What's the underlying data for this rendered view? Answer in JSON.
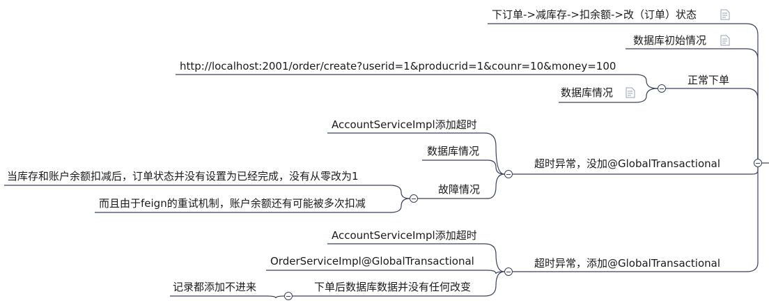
{
  "mindmap": {
    "branches": [
      {
        "label": "下订单->减库存->扣余额->改（订单）状态",
        "has_note": true
      },
      {
        "label": "数据库初始情况",
        "has_note": true
      },
      {
        "label": "正常下单",
        "children": [
          {
            "label": "http://localhost:2001/order/create?userid=1&producrid=1&counr=10&money=100"
          },
          {
            "label": "数据库情况",
            "has_note": true
          }
        ]
      },
      {
        "label": "超时异常，没加@GlobalTransactional",
        "children": [
          {
            "label": "AccountServiceImpl添加超时"
          },
          {
            "label": "数据库情况"
          },
          {
            "label": "故障情况",
            "children": [
              {
                "label": "当库存和账户余额扣减后，订单状态并没有设置为已经完成，没有从零改为1"
              },
              {
                "label": "而且由于feign的重试机制，账户余额还有可能被多次扣减"
              }
            ]
          }
        ]
      },
      {
        "label": "超时异常，添加@GlobalTransactional",
        "children": [
          {
            "label": "AccountServiceImpl添加超时"
          },
          {
            "label": "OrderServiceImpl@GlobalTransactional"
          },
          {
            "label": "下单后数据库数据并没有任何改变",
            "children": [
              {
                "label": "记录都添加不进来"
              }
            ]
          }
        ]
      }
    ]
  },
  "colors": {
    "line": "#3a3f5c",
    "note_icon": "#9aa0b4"
  }
}
